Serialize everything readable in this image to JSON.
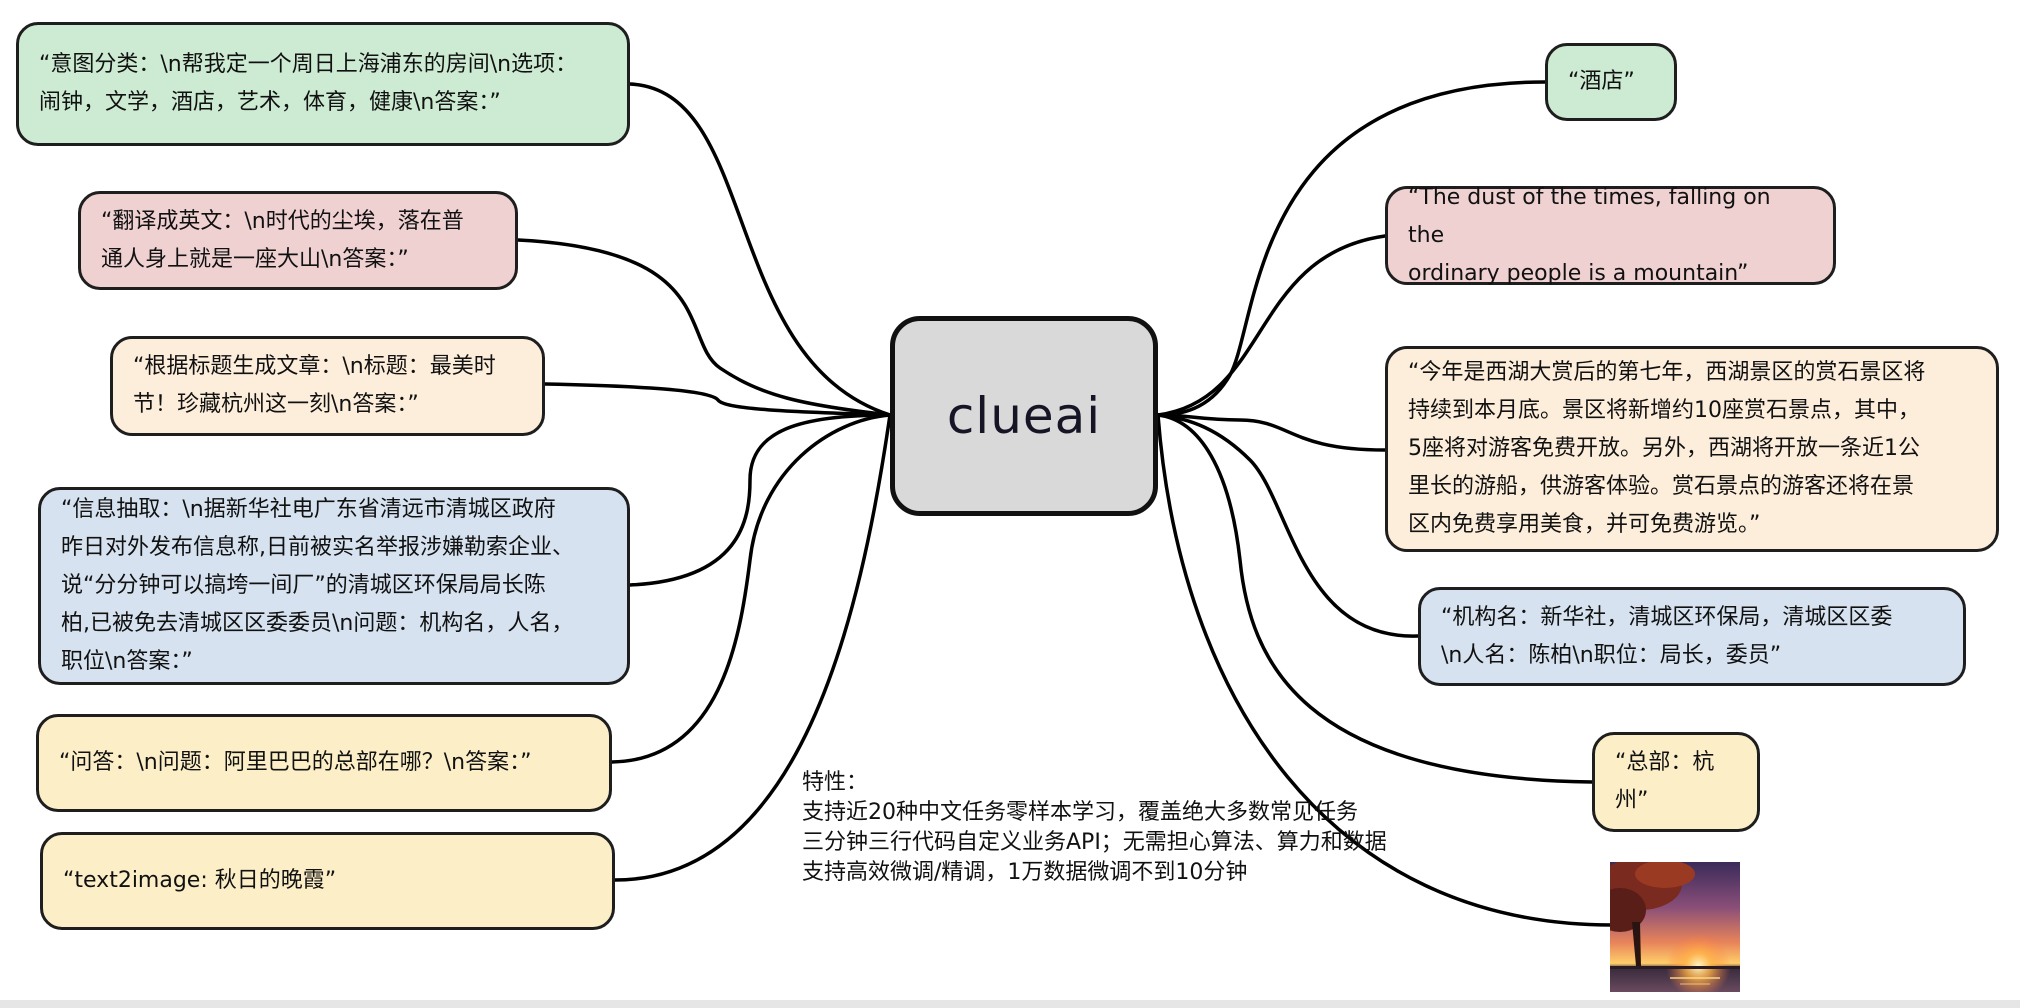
{
  "center": {
    "label": "clueai"
  },
  "prompts": [
    {
      "text": "“意图分类：\\n帮我定一个周日上海浦东的房间\\n选项：\n闹钟，文学，酒店，艺术，体育，健康\\n答案：”",
      "color": "#cdebd3"
    },
    {
      "text": "“翻译成英文：\\n时代的尘埃，落在普\n通人身上就是一座大山\\n答案：”",
      "color": "#f0d1d2"
    },
    {
      "text": "“根据标题生成文章：\\n标题：最美时\n节！珍藏杭州这一刻\\n答案：”",
      "color": "#fdeedc"
    },
    {
      "text": "“信息抽取：\\n据新华社电广东省清远市清城区政府\n昨日对外发布信息称,日前被实名举报涉嫌勒索企业、\n说“分分钟可以搞垮一间厂”的清城区环保局局长陈\n柏,已被免去清城区区委委员\\n问题：机构名，人名，\n职位\\n答案：”",
      "color": "#d6e2f0"
    },
    {
      "text": "“问答：\\n问题：阿里巴巴的总部在哪？\\n答案：”",
      "color": "#fcefc8"
    },
    {
      "text": "“text2image: 秋日的晚霞”",
      "color": "#fcefc8"
    }
  ],
  "answers": [
    {
      "text": "“酒店”",
      "color": "#cdebd3"
    },
    {
      "text": "“The dust of the times, falling on the\nordinary people is a mountain”",
      "color": "#f0d1d2"
    },
    {
      "text": "“今年是西湖大赏后的第七年，西湖景区的赏石景区将\n持续到本月底。景区将新增约10座赏石景点，其中，\n5座将对游客免费开放。另外，西湖将开放一条近1公\n里长的游船，供游客体验。赏石景点的游客还将在景\n区内免费享用美食，并可免费游览。”",
      "color": "#fdeedc"
    },
    {
      "text": "“机构名：新华社，清城区环保局，清城区区委\n\\n人名：陈柏\\n职位：局长，委员”",
      "color": "#d6e2f0"
    },
    {
      "text": "“总部：杭州”",
      "color": "#fcefc8"
    }
  ],
  "features": {
    "title": "特性：",
    "lines": [
      "支持近20种中文任务零样本学习，覆盖绝大多数常见任务",
      "三分钟三行代码自定义业务API；无需担心算法、算力和数据",
      "支持高效微调/精调，1万数据微调不到10分钟"
    ]
  },
  "image": {
    "icon": "sunset-image"
  }
}
